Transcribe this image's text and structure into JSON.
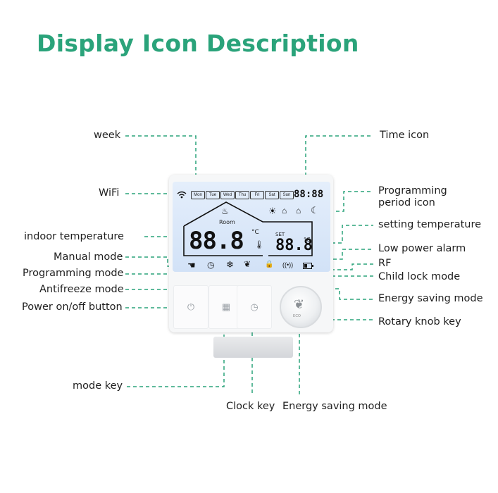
{
  "title": "Display Icon Description",
  "labels": {
    "week": "week",
    "wifi": "WiFi",
    "indoor_temperature": "indoor temperature",
    "manual_mode": "Manual mode",
    "programming_mode": "Programming mode",
    "antifreeze_mode": "Antifreeze mode",
    "power_button": "Power on/off button",
    "mode_key": "mode key",
    "clock_key": "Clock key",
    "energy_saving_bottom": "Energy saving mode",
    "time_icon": "Time icon",
    "programming_period_icon": "Programming\nperiod icon",
    "programming_period_line1": "Programming",
    "programming_period_line2": "period icon",
    "setting_temperature": "setting temperature",
    "low_power_alarm": "Low power alarm",
    "rf": "RF",
    "child_lock_mode": "Child lock mode",
    "energy_saving_mode": "Energy saving mode",
    "rotary_knob_key": "Rotary knob key"
  },
  "display": {
    "days": [
      "Mon",
      "Tue",
      "Wed",
      "Thu",
      "Fri",
      "Sat",
      "Sun"
    ],
    "time": "88:88",
    "room_label": "Room",
    "indoor_temp": "88.8",
    "indoor_unit": "°C",
    "set_label": "SET",
    "set_temp": "88.8",
    "set_unit": "°C",
    "eco_label": "ECO"
  },
  "colors": {
    "title": "#2aa37a",
    "leader_lines": "#2aa37a",
    "lcd_background": "#d8e6f8"
  },
  "icons": [
    "wifi-icon",
    "sun-icon",
    "home-icon",
    "moon-icon",
    "flame-icon",
    "thermometer-icon",
    "hand-icon",
    "clock-icon",
    "snowflake-icon",
    "leaf-icon",
    "lock-icon",
    "rf-icon",
    "battery-icon",
    "power-icon",
    "mode-grid-icon"
  ]
}
